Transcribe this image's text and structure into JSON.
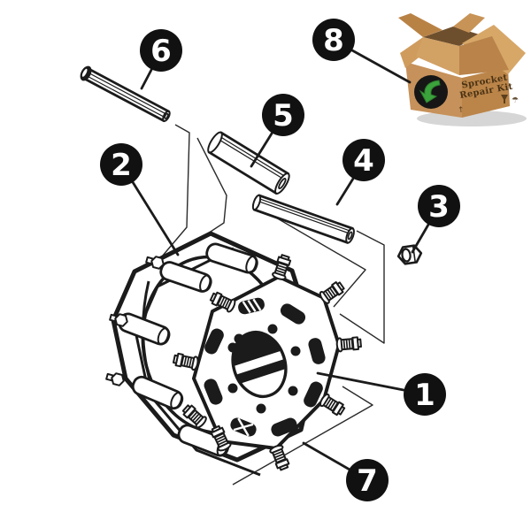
{
  "figure": {
    "callouts": [
      {
        "number": "1"
      },
      {
        "number": "2"
      },
      {
        "number": "3"
      },
      {
        "number": "4"
      },
      {
        "number": "5"
      },
      {
        "number": "6"
      },
      {
        "number": "7"
      },
      {
        "number": "8"
      }
    ],
    "box": {
      "title_line1": "Sprocket",
      "title_line2": "Repair Kit"
    },
    "colors": {
      "line": "#1b1b1b",
      "callout_bg": "#111111",
      "callout_text": "#ffffff",
      "box_flap": "#D7A768",
      "box_face_left": "#C6915A",
      "box_face_right": "#BB8549",
      "box_inner": "#6E4F2D",
      "logo_bg": "#161616",
      "logo_green": "#3BA33B",
      "box_text_color": "#4A3214"
    }
  }
}
